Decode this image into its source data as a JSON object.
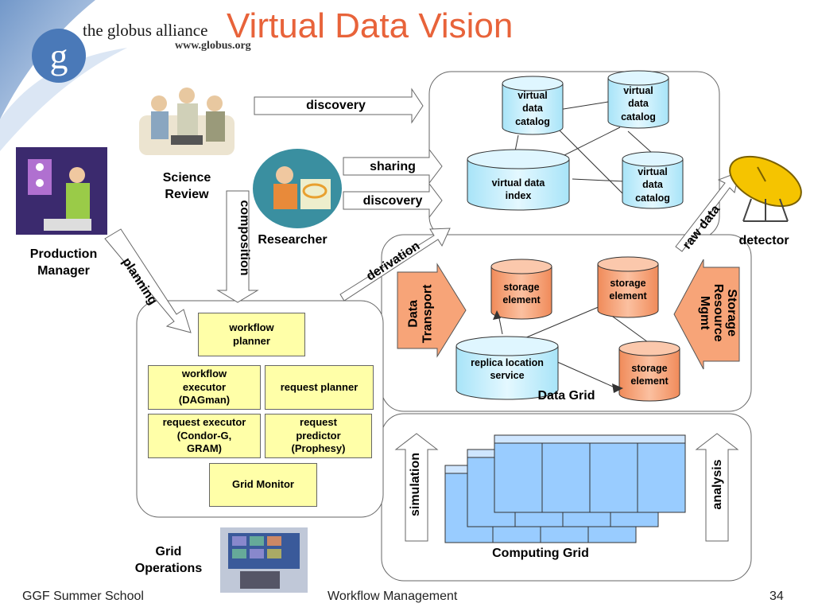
{
  "header": {
    "title": "Virtual Data Vision",
    "logo_text": "the globus alliance",
    "logo_url": "www.globus.org"
  },
  "actors": {
    "science_review": "Science\nReview",
    "researcher": "Researcher",
    "production_manager": "Production\nManager",
    "grid_operations": "Grid\nOperations",
    "detector": "detector"
  },
  "arrows": {
    "discovery_top": "discovery",
    "sharing": "sharing",
    "discovery_bottom": "discovery",
    "composition": "composition",
    "planning": "planning",
    "derivation": "derivation",
    "raw_data": "raw data",
    "data_transport": "Data\nTransport",
    "storage_resource_mgmt": "Storage\nResource\nMgmt",
    "simulation": "simulation",
    "analysis": "analysis"
  },
  "catalog_panel": {
    "cyl1": "virtual\ndata\ncatalog",
    "cyl2": "virtual\ndata\ncatalog",
    "index": "virtual data\nindex",
    "cyl3": "virtual\ndata\ncatalog"
  },
  "data_grid": {
    "title": "Data Grid",
    "storage1": "storage\nelement",
    "storage2": "storage\nelement",
    "storage3": "storage\nelement",
    "rls": "replica location\nservice"
  },
  "computing_grid": {
    "title": "Computing Grid"
  },
  "workflow": {
    "planner": "workflow\nplanner",
    "executor": "workflow\nexecutor\n(DAGman)",
    "request_planner": "request  planner",
    "request_executor": "request executor\n(Condor-G,\nGRAM)",
    "request_predictor": "request\npredictor\n(Prophesy)",
    "grid_monitor": "Grid Monitor"
  },
  "footer": {
    "left": "GGF Summer School",
    "center": "Workflow Management",
    "page": "34"
  },
  "colors": {
    "title": "#e8633a",
    "cylinder_fill": "#c8f0ff",
    "storage_fill": "#f7a478",
    "box_fill": "#ffffa8",
    "window_fill": "#99ccff"
  }
}
